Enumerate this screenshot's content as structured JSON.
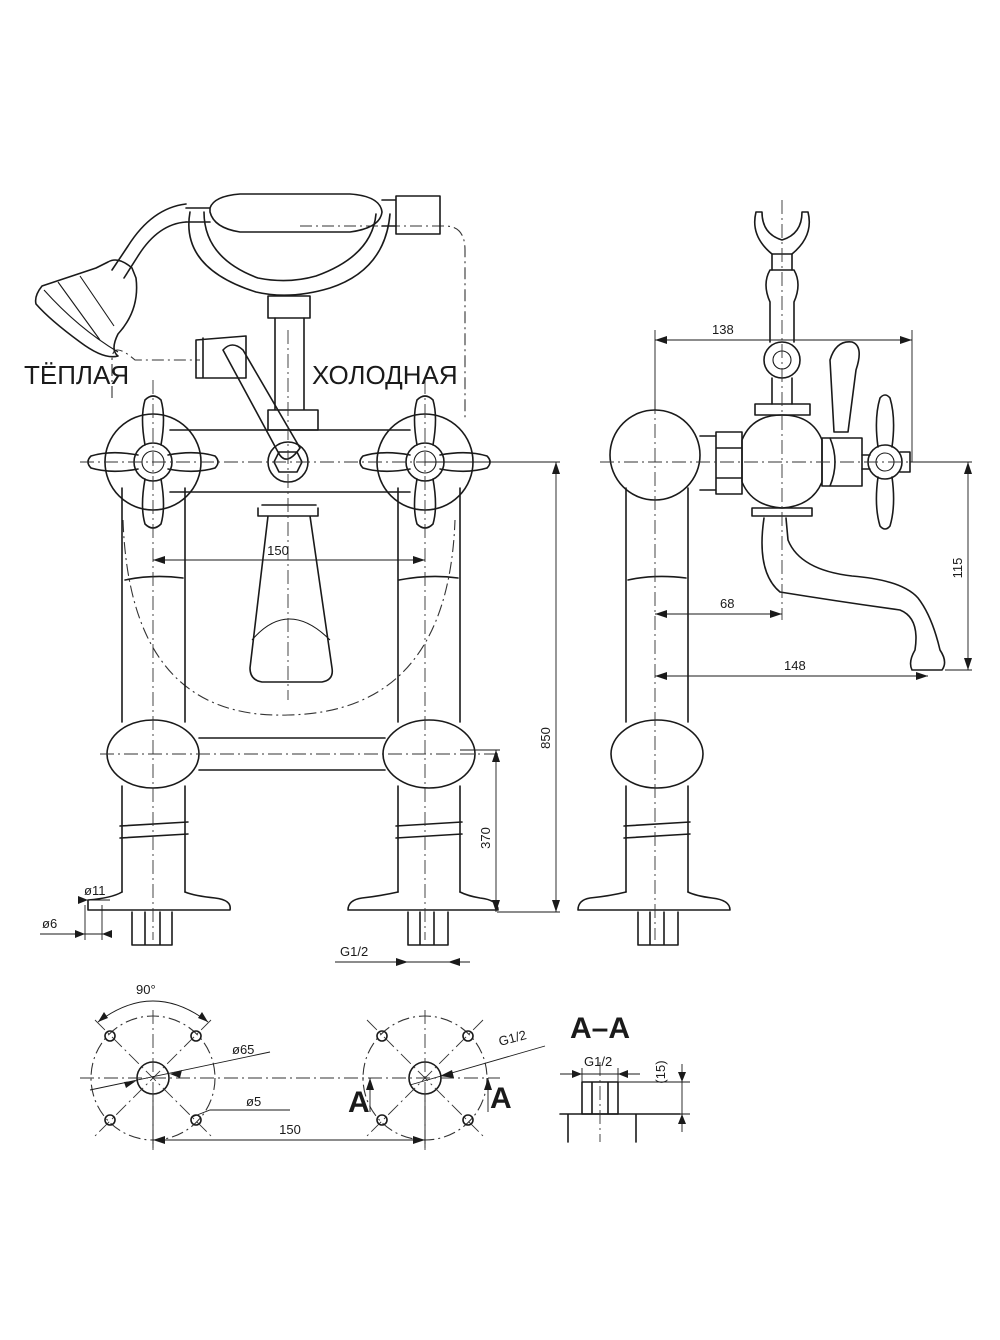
{
  "labels": {
    "warm": "ТЁПЛАЯ",
    "cold": "ХОЛОДНАЯ"
  },
  "dimensions": {
    "front_spacing": "150",
    "total_height": "850",
    "lower_height": "370",
    "hole_diameter": "ø11",
    "pin_diameter": "ø6",
    "inlet_thread": "G1/2",
    "side_width": "138",
    "spout_offset": "68",
    "spout_reach": "148",
    "spout_height": "115",
    "angle": "90°",
    "flange_diameter": "ø65",
    "screw_diameter": "ø5",
    "plan_spacing": "150",
    "plan_thread": "G1/2",
    "section_thread": "G1/2",
    "section_depth": "(15)"
  },
  "section": {
    "title": "A–A",
    "marker_left": "A",
    "marker_right": "A"
  }
}
